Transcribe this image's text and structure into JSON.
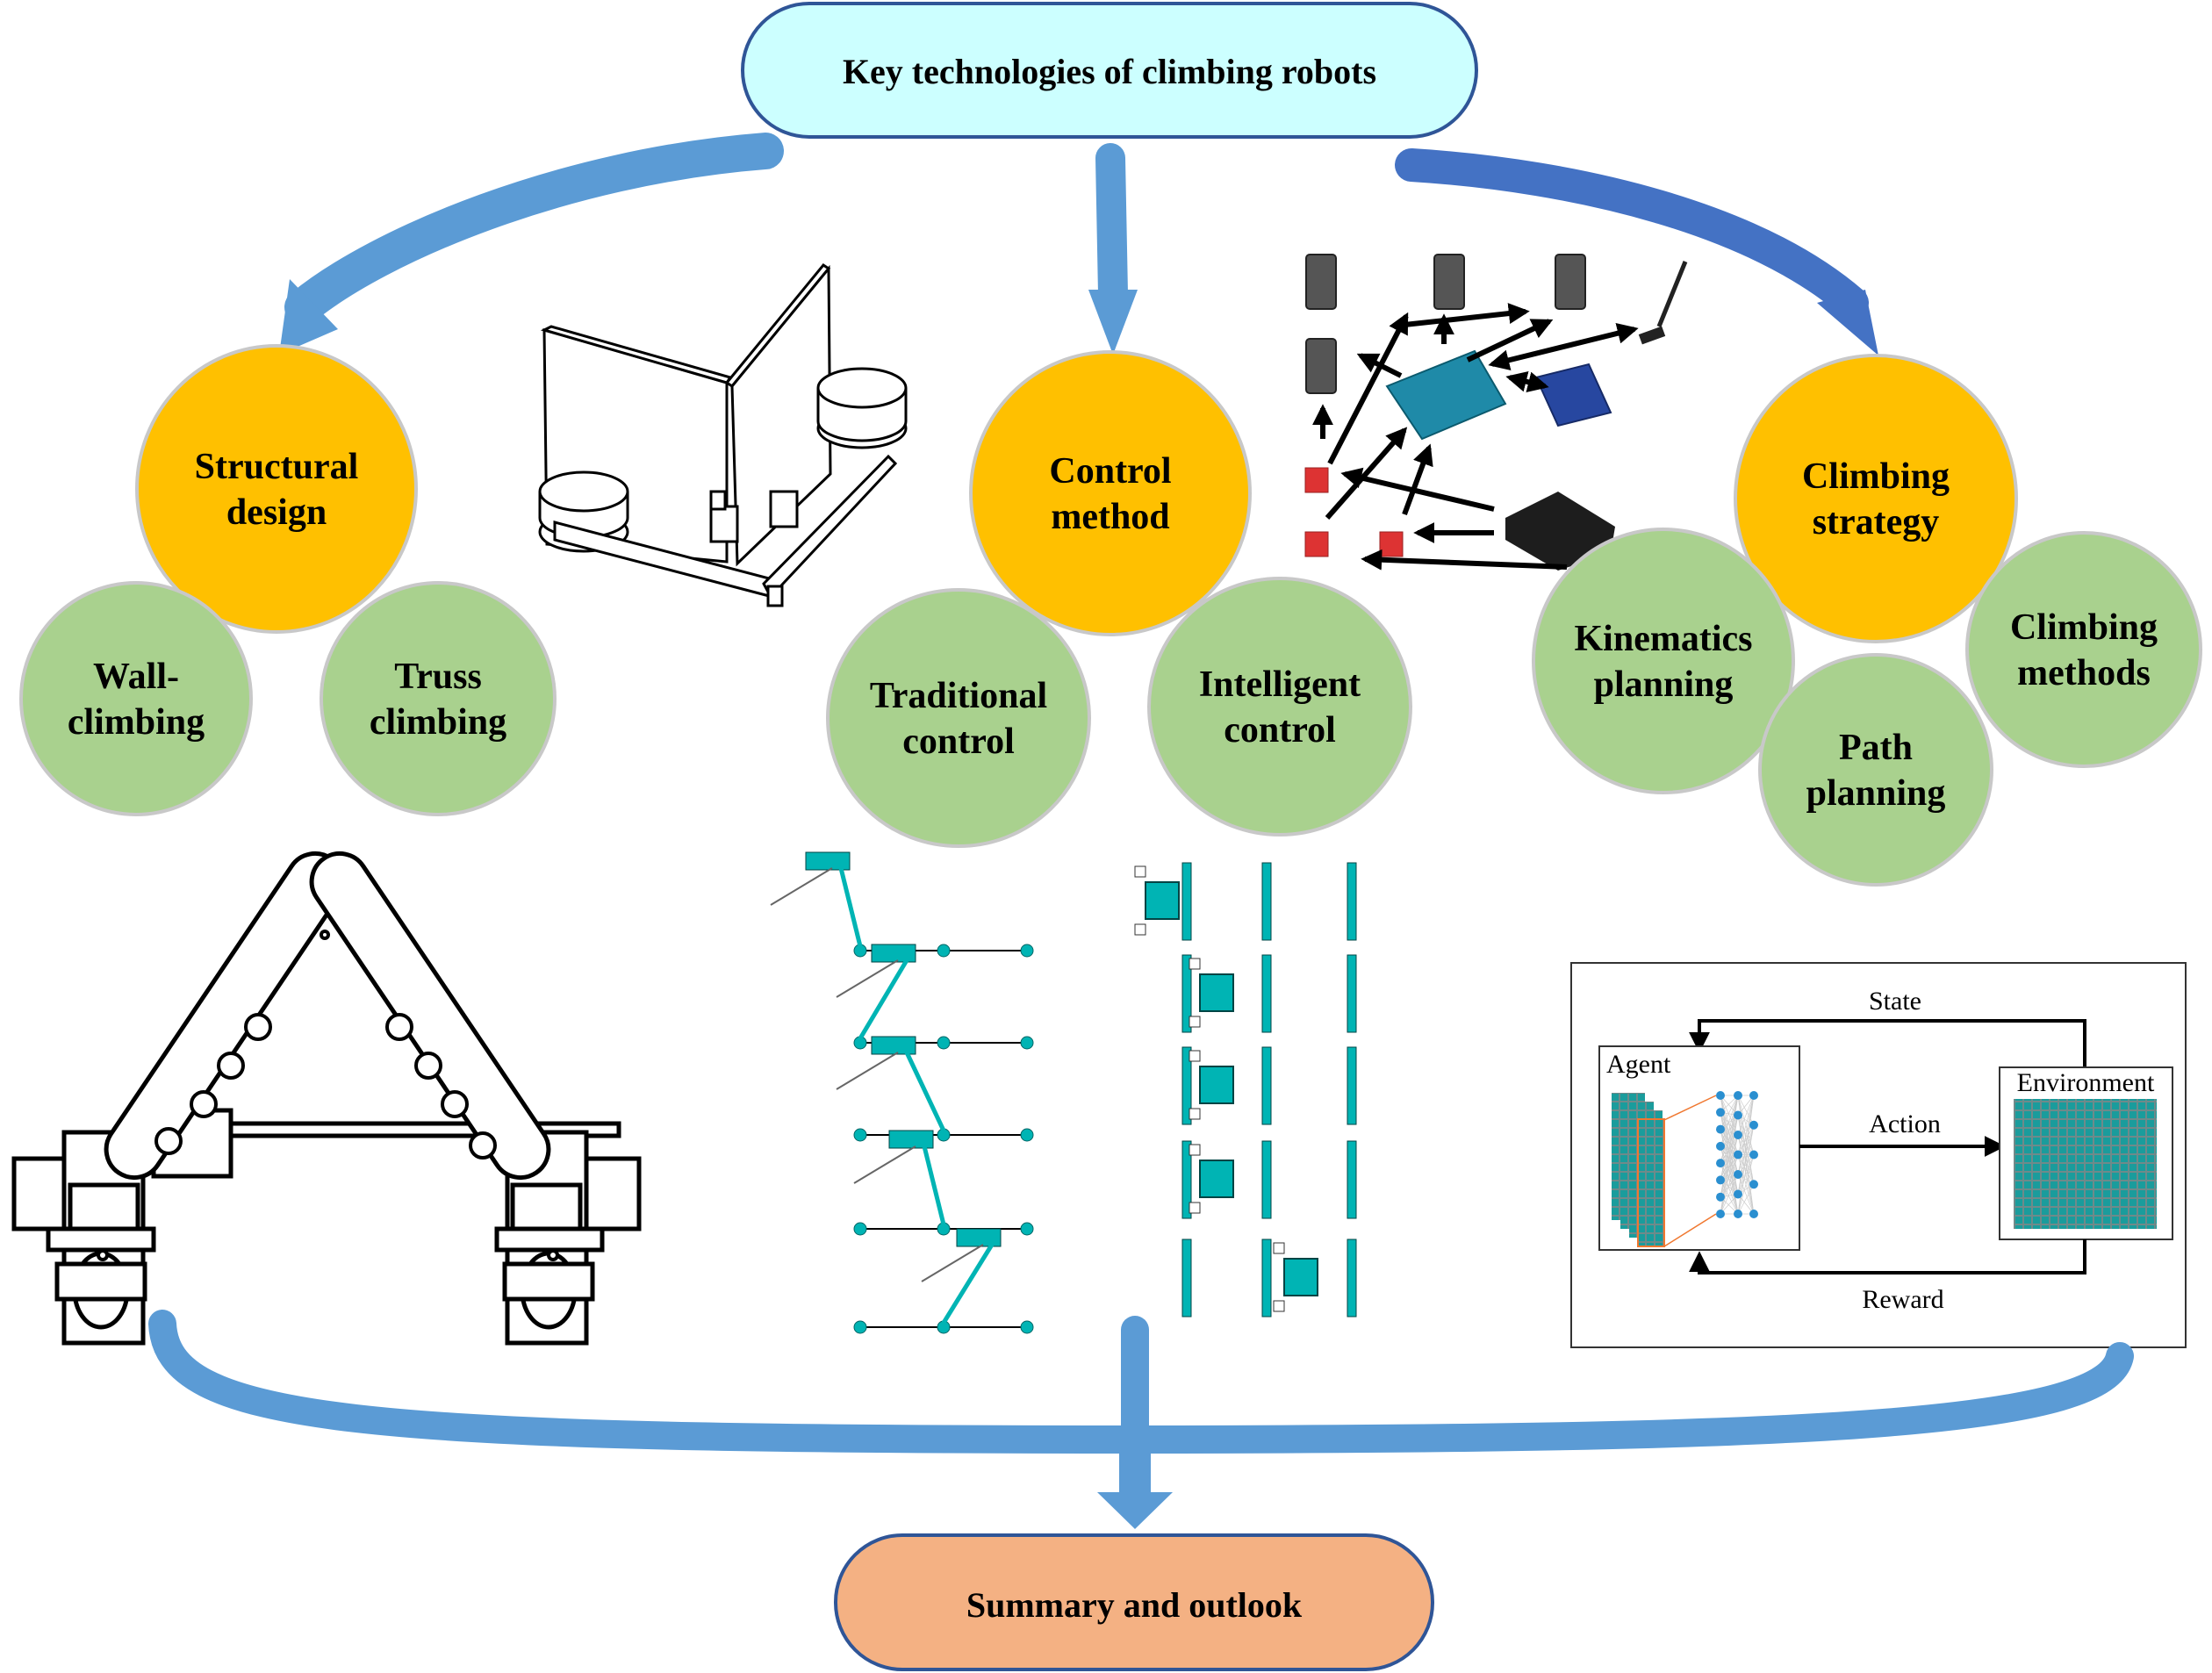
{
  "title": "Key technologies of climbing robots",
  "conclusion": "Summary and outlook",
  "colors": {
    "title_fill": "#CCFFFF",
    "title_stroke": "#2F5597",
    "conclusion_fill": "#F4B183",
    "category_fill": "#FFC000",
    "subtopic_fill": "#A9D18E",
    "node_stroke": "#C8C8C8",
    "arrow_light": "#5B9BD5",
    "arrow_dark": "#4472C4",
    "diagram_teal": "#00B4B4"
  },
  "categories": [
    {
      "id": "structural",
      "label_lines": [
        "Structural",
        "design"
      ],
      "subtopics": [
        {
          "label_lines": [
            "Wall-",
            "climbing"
          ]
        },
        {
          "label_lines": [
            "Truss",
            "climbing"
          ]
        }
      ]
    },
    {
      "id": "control",
      "label_lines": [
        "Control",
        "method"
      ],
      "subtopics": [
        {
          "label_lines": [
            "Traditional",
            "control"
          ]
        },
        {
          "label_lines": [
            "Intelligent",
            "control"
          ]
        }
      ]
    },
    {
      "id": "strategy",
      "label_lines": [
        "Climbing",
        "strategy"
      ],
      "subtopics": [
        {
          "label_lines": [
            "Kinematics",
            "planning"
          ]
        },
        {
          "label_lines": [
            "Path",
            "planning"
          ]
        },
        {
          "label_lines": [
            "Climbing",
            "methods"
          ]
        }
      ]
    }
  ],
  "illustrations": {
    "wall_robot": "wall-climbing-robot-drawing",
    "truss_robot": "truss-climbing-robot-drawing",
    "electronics": "control-hardware-wiring-diagram",
    "gait_sequence": "climbing-gait-sequence",
    "rl_diagram": {
      "agent_label": "Agent",
      "environment_label": "Environment",
      "state_label": "State",
      "action_label": "Action",
      "reward_label": "Reward"
    }
  }
}
